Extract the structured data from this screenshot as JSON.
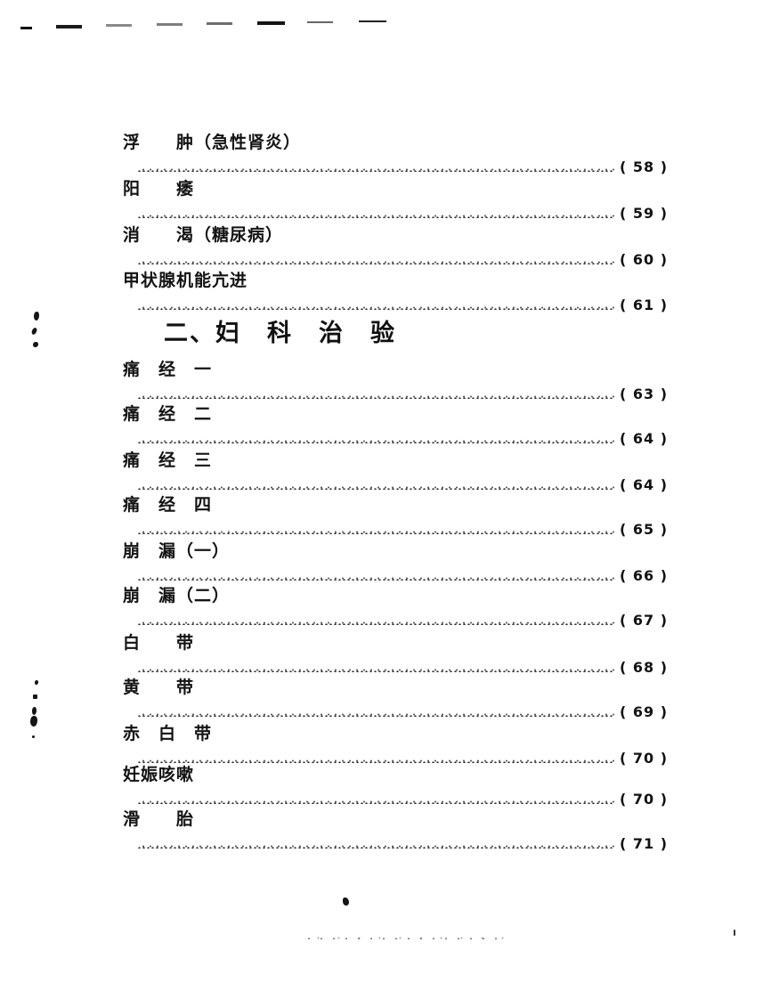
{
  "page": {
    "kind": "scanned book table of contents",
    "language": "zh-CN"
  },
  "section_heading": {
    "label": "二、妇　科　治　验"
  },
  "toc": {
    "pre_section_entries": [
      {
        "title": "浮　　肿（急性肾炎）",
        "page": "58",
        "page_label": "( 58 )"
      },
      {
        "title": "阳　　痿",
        "page": "59",
        "page_label": "( 59 )"
      },
      {
        "title": "消　　渴（糖尿病）",
        "page": "60",
        "page_label": "( 60 )"
      },
      {
        "title": "甲状腺机能亢进",
        "page": "61",
        "page_label": "( 61 )"
      }
    ],
    "post_section_entries": [
      {
        "title": "痛　经　一",
        "page": "63",
        "page_label": "( 63 )"
      },
      {
        "title": "痛　经　二",
        "page": "64",
        "page_label": "( 64 )"
      },
      {
        "title": "痛　经　三",
        "page": "64",
        "page_label": "( 64 )"
      },
      {
        "title": "痛　经　四",
        "page": "65",
        "page_label": "( 65 )"
      },
      {
        "title": "崩　漏（一）",
        "page": "66",
        "page_label": "( 66 )"
      },
      {
        "title": "崩　漏（二）",
        "page": "67",
        "page_label": "( 67 )"
      },
      {
        "title": "白　　带",
        "page": "68",
        "page_label": "( 68 )"
      },
      {
        "title": "黄　　带",
        "page": "69",
        "page_label": "( 69 )"
      },
      {
        "title": "赤　白　带",
        "page": "70",
        "page_label": "( 70 )"
      },
      {
        "title": "妊娠咳嗽",
        "page": "70",
        "page_label": "( 70 )"
      },
      {
        "title": "滑　　胎",
        "page": "71",
        "page_label": "( 71 )"
      }
    ]
  },
  "colors": {
    "ink": "#131313",
    "paper": "#ffffff",
    "leader_dot": "#2c2c2c",
    "artifact_gray": "#7d7d7d"
  }
}
